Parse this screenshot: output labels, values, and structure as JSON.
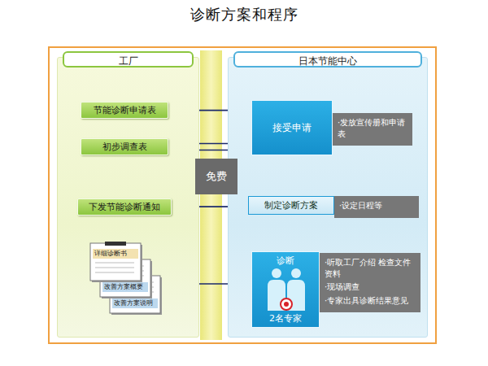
{
  "diagram": {
    "title": "诊断方案和程序",
    "nodes": [
      {
        "text": [
          "工厂"
        ]
      },
      {
        "text": [
          "日本节能中心"
        ]
      },
      {
        "text": [
          "节能诊断申请表"
        ],
        "in": 0
      },
      {
        "text": [
          "初步调查表"
        ],
        "in": 0
      },
      {
        "text": [
          "下发节能诊断通知"
        ],
        "in": 0
      },
      {
        "text": [
          "详细诊断书",
          "改善方案概要",
          "改善方案说明"
        ],
        "in": 0
      },
      {
        "text": [
          "免费"
        ]
      },
      {
        "text": [
          "接受申请"
        ],
        "in": 1
      },
      {
        "text": [
          "·发放宣传册和申请表"
        ],
        "in": 1
      },
      {
        "text": [
          "制定诊断方案"
        ],
        "in": 1
      },
      {
        "text": [
          "·设定日程等"
        ],
        "in": 1
      },
      {
        "text": [
          "诊断",
          "2名专家"
        ],
        "in": 1
      },
      {
        "text": [
          "·听取工厂介绍 检查文件资料",
          "·现场调查",
          "·专家出具诊断结果意见"
        ],
        "in": 1
      }
    ],
    "edges": [
      {
        "from": 2,
        "to": 7,
        "arrow": "to"
      },
      {
        "from": 7,
        "to": 3,
        "arrow": "to"
      },
      {
        "from": 3,
        "to": 7,
        "arrow": "to"
      },
      {
        "from": 7,
        "to": 9,
        "arrow": "to"
      },
      {
        "from": 9,
        "to": 4,
        "arrow": "to"
      },
      {
        "from": 9,
        "to": 11,
        "arrow": "to"
      },
      {
        "from": 11,
        "to": 5,
        "arrow": "to"
      }
    ]
  }
}
